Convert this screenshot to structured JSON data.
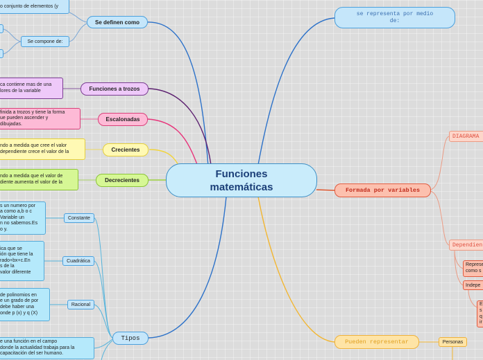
{
  "central": {
    "line1": "Funciones",
    "line2": "matemáticas"
  },
  "branches": {
    "se_definen_como": "Se definen como",
    "se_compone_de": "Se compone de:",
    "definen_text": "o conjunto de elementos (y",
    "se_representa": {
      "line1": "se representa por medio",
      "line2": "de:"
    },
    "funciones_a_trozos": "Funciones a trozos",
    "trozos_text": [
      "ca contiene mas de una",
      "lores de la variable"
    ],
    "escalonadas": "Escalonadas",
    "escalonadas_text": [
      "finida a trozos y tiene la forma",
      "ue pueden ascender y",
      "dibujadas."
    ],
    "crecientes": "Crecientes",
    "crecientes_text": [
      "ndo a medida que cree el valor",
      "dependiente crece el valor de la"
    ],
    "decrecientes": "Decrecientes",
    "decrecientes_text": [
      "ndo a medida que el valor de",
      "diente aumenta el valor de la"
    ],
    "formada_por_variables": "Formada por variables",
    "diagrama": "DIAGRAMA",
    "dependiente": "Dependien",
    "represe_text": [
      "Represe",
      "como s"
    ],
    "indepe": "Indepe",
    "e_text": [
      "E",
      "s",
      "q",
      "ir"
    ],
    "pueden_representar": "Pueden representar",
    "personas": "Personas",
    "tipos": "Tipos",
    "constante": "Constante",
    "constante_text": [
      "s un numero por",
      "a como a,b o c",
      "Variable un",
      "n no sabemos.Es",
      "o y."
    ],
    "cuadratica": "Cuadrática",
    "cuadratica_text": [
      "ica que se",
      "ión que tiene la",
      "rado+bx+c.En",
      "s de la",
      "valor diferente"
    ],
    "racional": "Racional",
    "racional_text": [
      "de polinomios en",
      "e un grado de por",
      "debe haber una",
      "onde p (x) y q (X)"
    ],
    "funcion_text": [
      "e una función en el campo",
      "donde la actualidad trabaja para la",
      "capacitación del ser humano."
    ]
  },
  "colors": {
    "background": "#dcdcdc",
    "blue_link": "#2d72c9",
    "purple_link": "#5b1f6f",
    "pink_link": "#e8337a",
    "yellow_link": "#f2d43a",
    "green_link": "#9bd13c",
    "red_link": "#e0582f",
    "gold_link": "#f2b632",
    "light_blue_link": "#55b4dc"
  }
}
